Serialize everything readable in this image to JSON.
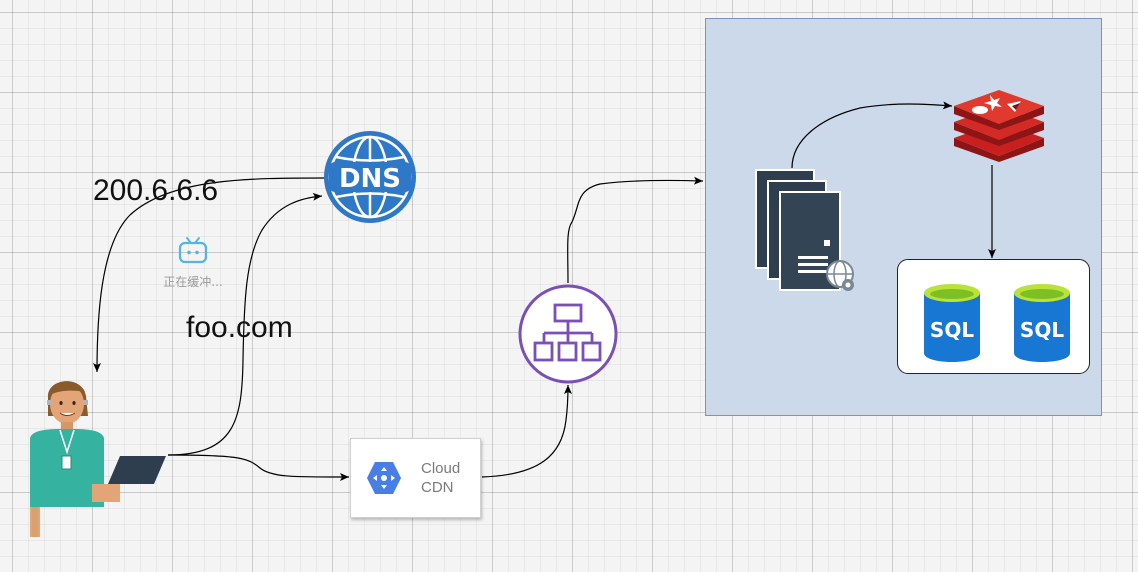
{
  "labels": {
    "dns_response": "200.6.6.6",
    "domain_request": "foo.com",
    "buffering": "正在缓冲..."
  },
  "icons": {
    "dns": {
      "name": "dns-globe-icon",
      "text": "DNS",
      "color": "#2e78c7"
    },
    "load_balancer": {
      "name": "load-balancer-icon",
      "color": "#7b4fb8"
    },
    "cache": {
      "name": "redis-cache-icon",
      "color": "#c8201f"
    },
    "web_servers": {
      "name": "web-server-stack-icon",
      "color": "#334455"
    },
    "cdn": {
      "name": "cloud-cdn-icon",
      "line1": "Cloud",
      "line2": "CDN",
      "color": "#4a7ee7"
    },
    "databases": [
      {
        "name": "sql-database-icon",
        "text": "SQL",
        "color": "#1877d3"
      },
      {
        "name": "sql-database-icon",
        "text": "SQL",
        "color": "#1877d3"
      }
    ],
    "user": {
      "name": "user-person-icon",
      "shirt_color": "#35b3a0"
    },
    "device": {
      "name": "tablet-device-icon"
    },
    "buffering": {
      "name": "tv-buffering-icon",
      "color": "#4fb7e3"
    }
  }
}
